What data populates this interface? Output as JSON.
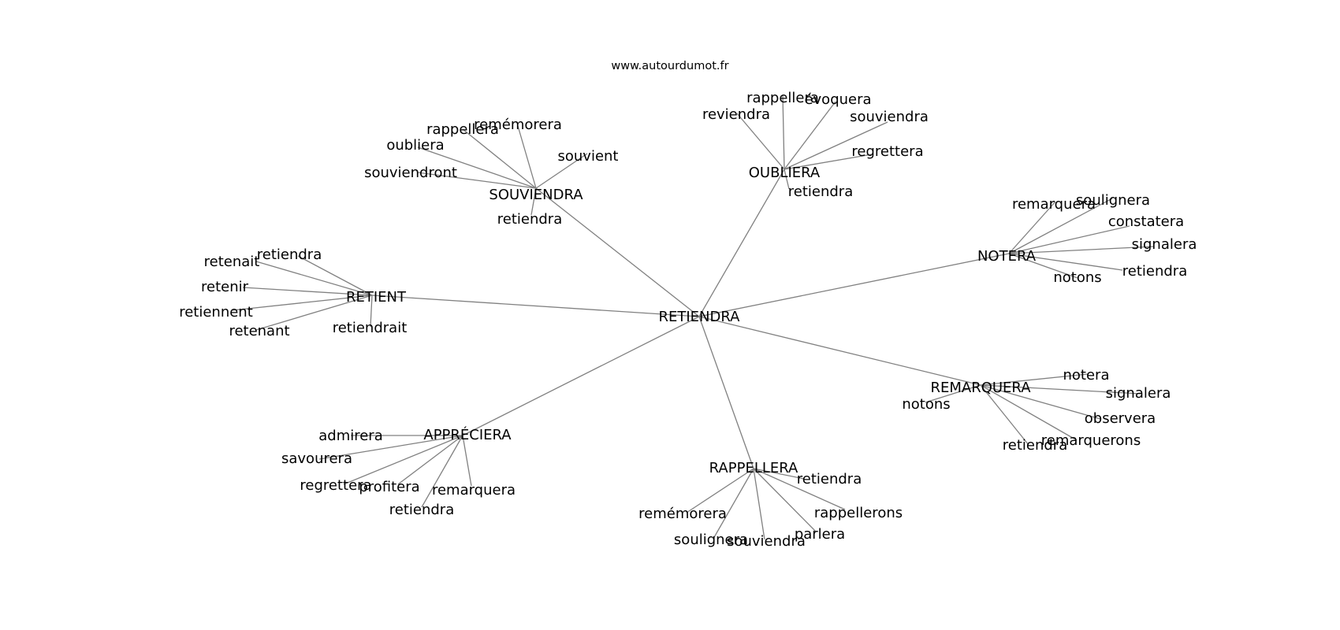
{
  "site": "www.autourdumot.fr",
  "graph": {
    "center": "RETIENDRA",
    "hubs": [
      {
        "label": "SOUVIENDRA",
        "words": [
          "remémorera",
          "rappellera",
          "oubliera",
          "souvient",
          "souviendront",
          "retiendra"
        ]
      },
      {
        "label": "OUBLIERA",
        "words": [
          "rappellera",
          "évoquera",
          "reviendra",
          "souviendra",
          "regrettera",
          "retiendra"
        ]
      },
      {
        "label": "NOTERA",
        "words": [
          "remarquera",
          "soulignera",
          "constatera",
          "signalera",
          "retiendra",
          "notons"
        ]
      },
      {
        "label": "RETIENT",
        "words": [
          "retiendra",
          "retenait",
          "retenir",
          "retiennent",
          "retenant",
          "retiendrait"
        ]
      },
      {
        "label": "REMARQUERA",
        "words": [
          "notera",
          "signalera",
          "notons",
          "observera",
          "remarquerons",
          "retiendra"
        ]
      },
      {
        "label": "APPRÉCIERA",
        "words": [
          "admirera",
          "savourera",
          "regrettera",
          "profitera",
          "remarquera",
          "retiendra"
        ]
      },
      {
        "label": "RAPPELLERA",
        "words": [
          "retiendra",
          "remémorera",
          "rappellerons",
          "parlera",
          "soulignera",
          "souviendra"
        ]
      }
    ]
  }
}
